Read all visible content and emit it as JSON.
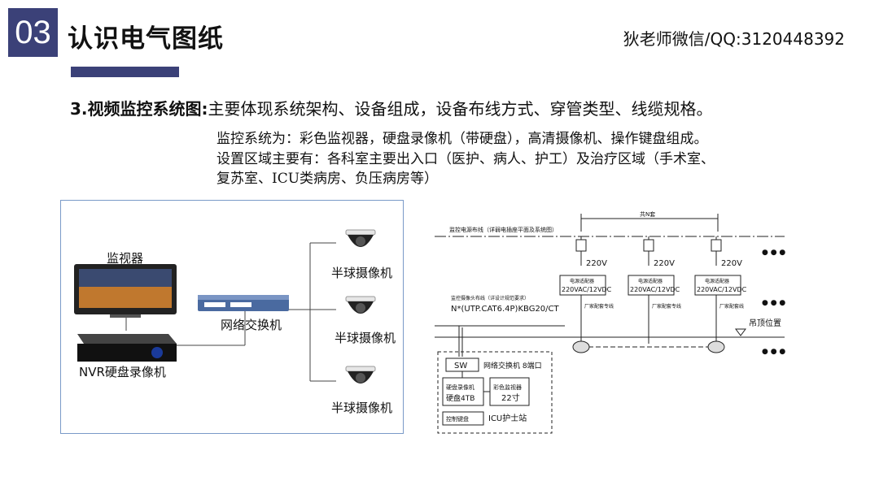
{
  "header": {
    "section_number": "03",
    "title": "认识电气图纸",
    "contact": "狄老师微信/QQ:3120448392"
  },
  "content": {
    "heading_bold": "3.视频监控系统图:",
    "heading_text": "主要体现系统架构、设备组成，设备布线方式、穿管类型、线缆规格。",
    "desc_lines": [
      "监控系统为：彩色监视器，硬盘录像机（带硬盘），高清摄像机、操作键盘组成。",
      "设置区域主要有：各科室主要出入口（医护、病人、护工）及治疗区域（手术室、",
      "复苏室、ICU类病房、负压病房等）"
    ]
  },
  "diagram": {
    "monitor_label": "监视器",
    "switch_label": "网络交换机",
    "nvr_label": "NVR硬盘录像机",
    "camera_label": "半球摄像机"
  },
  "tech_drawing": {
    "dimension": "共N套",
    "power_note": "监控电源布线（详弱电插座平面及系统图）",
    "voltage": "220V",
    "adapter_top": "电源适配器",
    "adapter": "220VAC/12VDC",
    "vendor_cable": "厂家配套专线",
    "vendor_cable_b": "厂家配套线",
    "cable_note": "监控摄像头布线（详设计规范要求）",
    "cable_spec": "N*(UTP.CAT6.4P)KBG20/CT",
    "ceiling": "吊顶位置",
    "sw": "SW",
    "switch_ports": "网络交换机 8端口",
    "dvr": "硬盘录像机",
    "dvr_hdd": "硬盘4TB",
    "monitor": "彩色监视器",
    "monitor_size": "22寸",
    "keyboard": "控制键盘",
    "station": "ICU护士站",
    "ellipsis": "● ● ●"
  }
}
